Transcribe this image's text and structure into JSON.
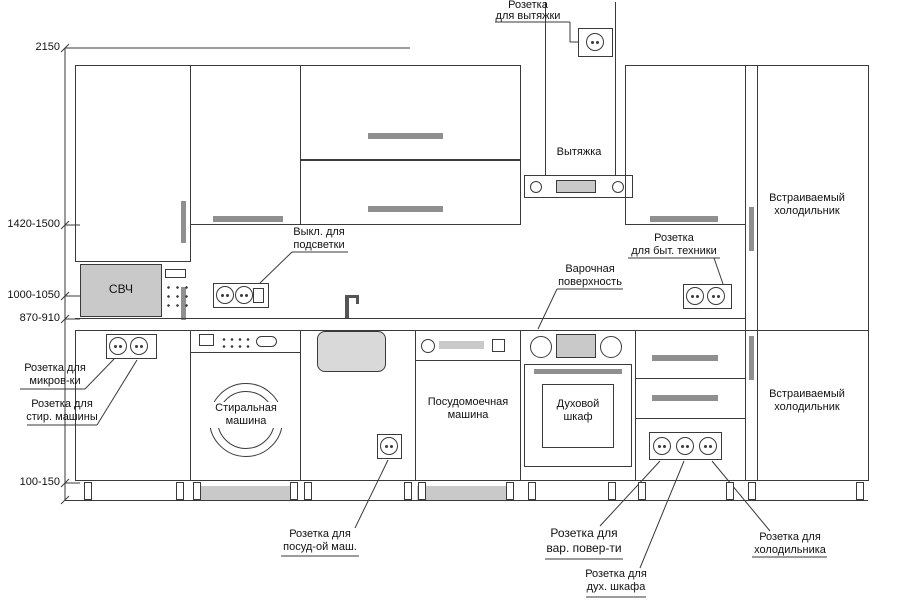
{
  "diagram": {
    "dimensions": {
      "total_height": "2150",
      "upper_cabinets": "1420-1500",
      "switch_level": "1000-1050",
      "countertop_level": "870-910",
      "plinth_level": "100-150"
    },
    "appliances": {
      "hood": "Вытяжка",
      "microwave": "СВЧ",
      "washer": [
        "Стиральная",
        "машина"
      ],
      "dishwasher": [
        "Посудомоечная",
        "машина"
      ],
      "oven": [
        "Духовой",
        "шкаф"
      ],
      "fridge": [
        "Встраиваемый",
        "холодильник"
      ]
    },
    "callouts": {
      "hood_socket": [
        "Розетка",
        "для вытяжки"
      ],
      "light_switch": [
        "Выкл. для",
        "подсветки"
      ],
      "appliance_socket": [
        "Розетка",
        "для быт. техники"
      ],
      "cooktop": [
        "Варочная",
        "поверхность"
      ],
      "microwave_socket": [
        "Розетка для",
        "микров-ки"
      ],
      "washer_socket": [
        "Розетка для",
        "стир. машины"
      ],
      "dishwasher_socket": [
        "Розетка для",
        "посуд-ой маш."
      ],
      "cooktop_socket": [
        "Розетка для",
        "вар. повер-ти"
      ],
      "oven_socket": [
        "Розетка для",
        "дух. шкафа"
      ],
      "fridge_socket": [
        "Розетка для",
        "холодильника"
      ]
    },
    "colors": {
      "line": "#3a3a3a",
      "gray_fill": "#c9c9c9",
      "handle": "#8f8f8f",
      "sink_fill": "#d9d9d9"
    }
  }
}
